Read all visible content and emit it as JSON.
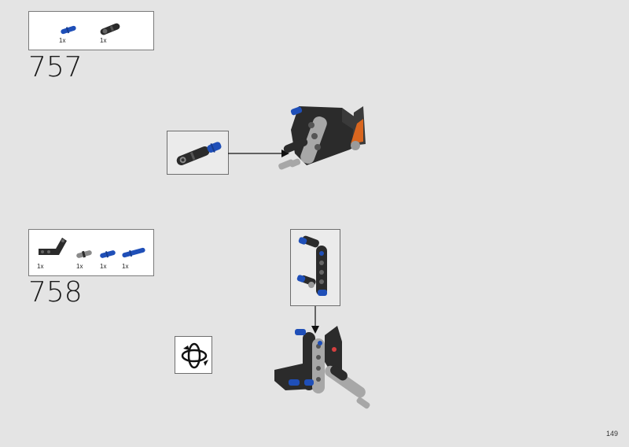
{
  "steps": [
    {
      "number": "757",
      "parts": [
        {
          "qty": "1x",
          "icon": "blue-axle-pin-icon"
        },
        {
          "qty": "1x",
          "icon": "black-pin-connector-icon"
        }
      ]
    },
    {
      "number": "758",
      "parts": [
        {
          "qty": "1x",
          "icon": "black-angled-beam-icon"
        },
        {
          "qty": "1x",
          "icon": "gray-pin-icon"
        },
        {
          "qty": "1x",
          "icon": "blue-pin-icon"
        },
        {
          "qty": "1x",
          "icon": "blue-long-pin-icon"
        }
      ]
    }
  ],
  "page_number": "149",
  "colors": {
    "background": "#e4e4e4",
    "lego_black": "#2b2b2b",
    "lego_gray": "#9a9a9a",
    "lego_blue": "#1f4fb8",
    "lego_orange": "#d9661f"
  },
  "icons": {
    "rotate": "rotate-model-icon"
  }
}
